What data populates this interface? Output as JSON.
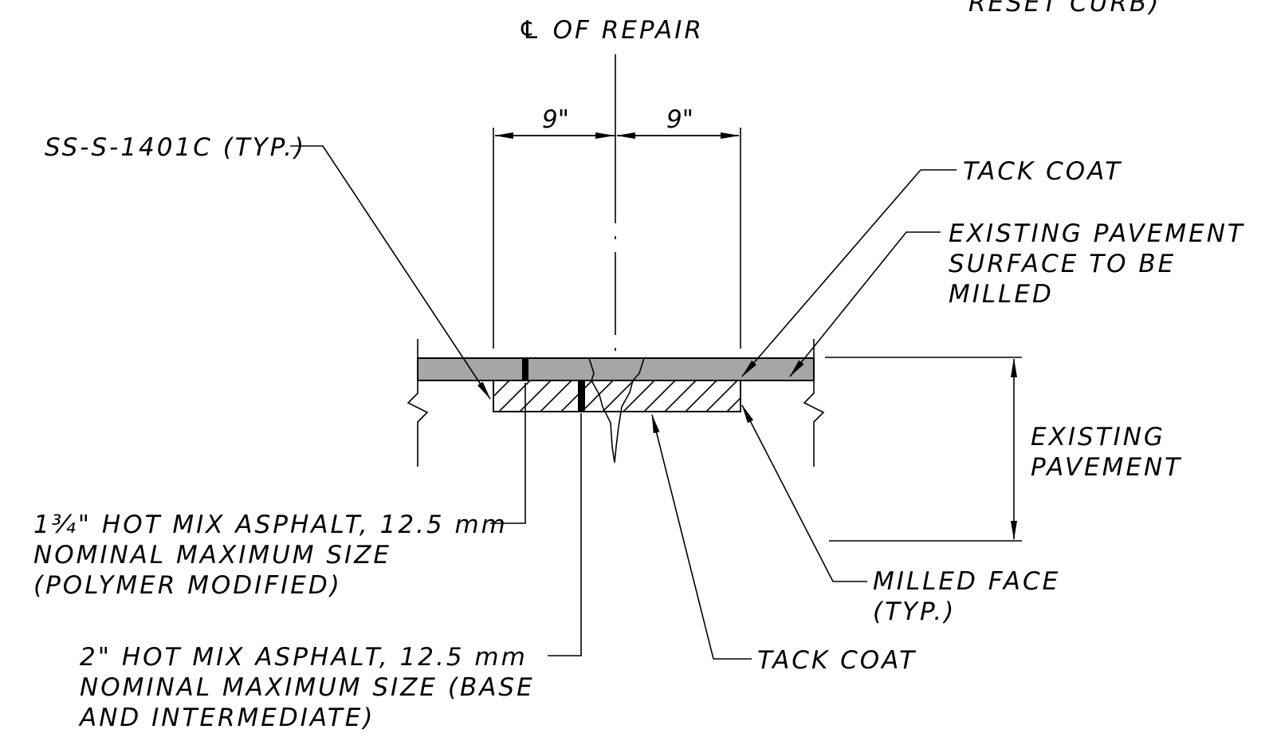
{
  "title": {
    "centerline": "℄ OF REPAIR",
    "top_right_fragment": "RESET CURB)"
  },
  "dimensions": {
    "left": "9\"",
    "right": "9\""
  },
  "labels": {
    "sealant": "SS-S-1401C (TYP.)",
    "tack_coat_top": "TACK COAT",
    "existing_surface": [
      "EXISTING PAVEMENT",
      "SURFACE TO BE",
      "MILLED"
    ],
    "existing_pavement": [
      "EXISTING",
      "PAVEMENT"
    ],
    "hma_surface": [
      "1¾\" HOT MIX ASPHALT, 12.5 mm",
      "NOMINAL MAXIMUM SIZE",
      "(POLYMER MODIFIED)"
    ],
    "milled_face": [
      "MILLED FACE",
      "(TYP.)"
    ],
    "hma_base": [
      "2\" HOT MIX ASPHALT, 12.5 mm",
      "NOMINAL MAXIMUM SIZE (BASE",
      "AND INTERMEDIATE)"
    ],
    "tack_coat_bottom": "TACK COAT"
  },
  "colors": {
    "surface_fill": "#a6a6a6",
    "line": "#000000",
    "background": "#ffffff"
  }
}
